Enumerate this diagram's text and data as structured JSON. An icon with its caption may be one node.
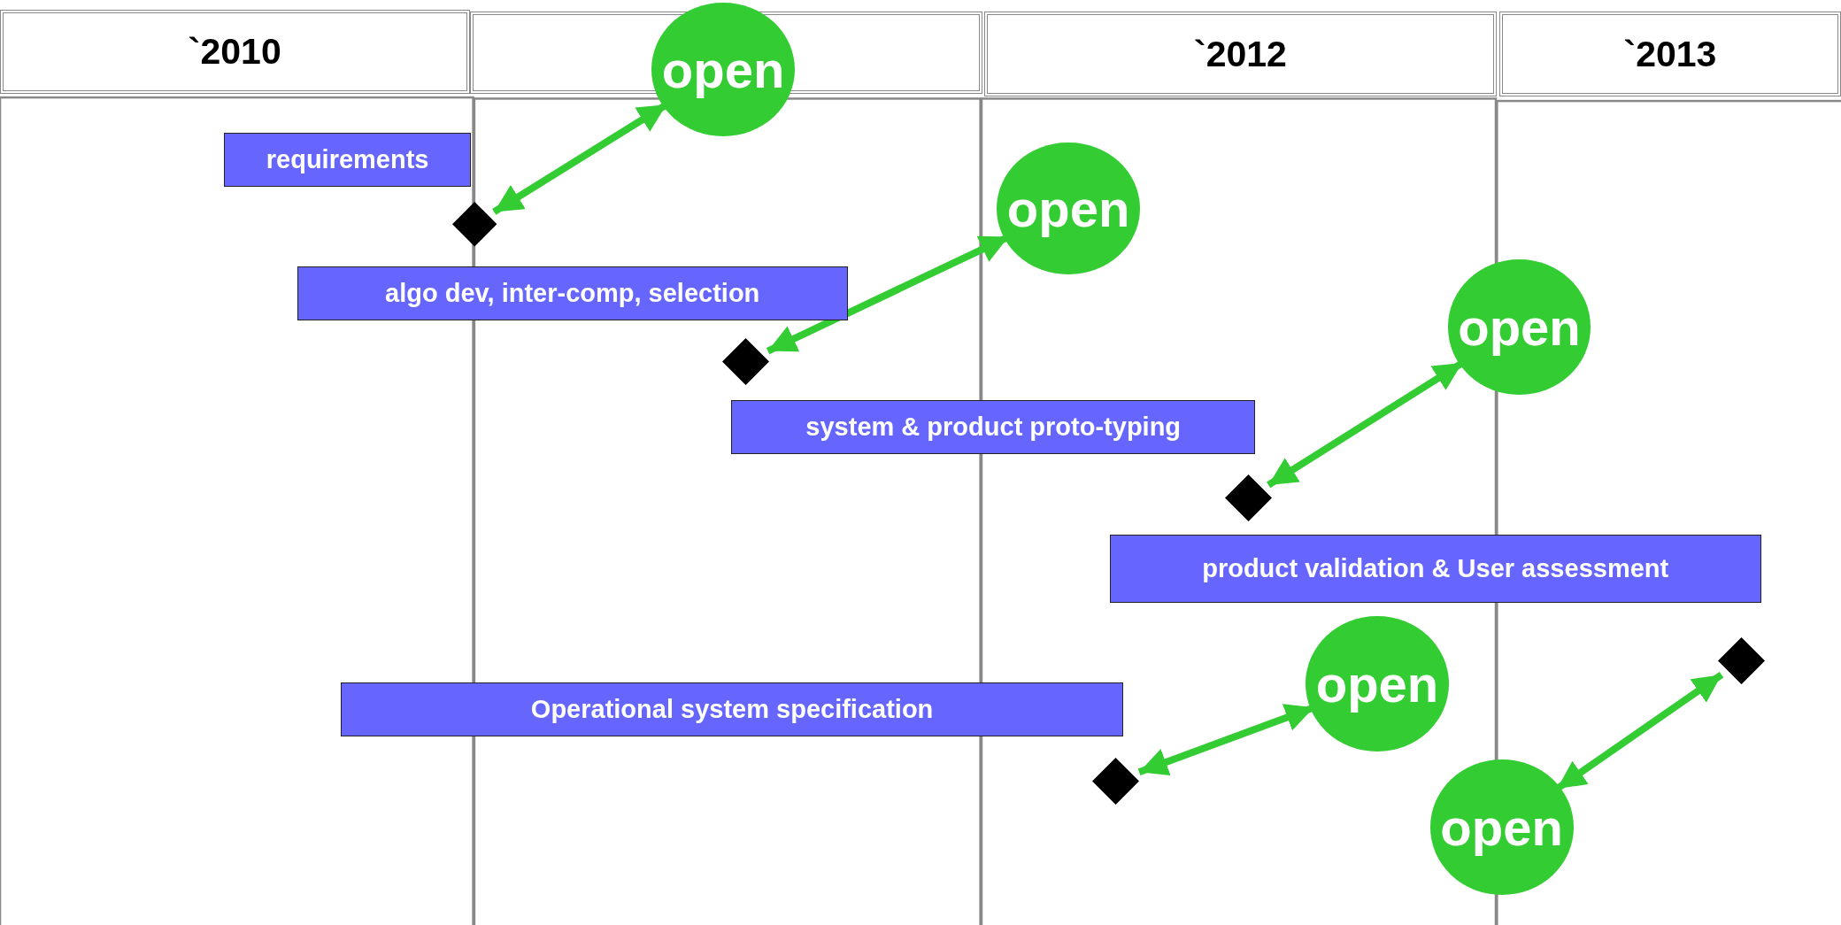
{
  "diagram": {
    "nodes": [
      {
        "text": [
          "`2010"
        ]
      },
      {
        "text": [],
        "shape": "box"
      },
      {
        "text": [
          "`2012"
        ]
      },
      {
        "text": [
          "`2013"
        ]
      },
      {
        "text": [
          "requirements"
        ]
      },
      {
        "text": [
          "algo dev, inter-comp, selection"
        ]
      },
      {
        "text": [
          "system & product proto-typing"
        ]
      },
      {
        "text": [
          "product validation & User assessment"
        ]
      },
      {
        "text": [
          "Operational system specification"
        ]
      },
      {
        "text": [
          "open"
        ]
      },
      {
        "text": [
          "open"
        ]
      },
      {
        "text": [
          "open"
        ]
      },
      {
        "text": [
          "open"
        ]
      },
      {
        "text": [
          "open"
        ]
      },
      {
        "text": [],
        "shape": "diamond"
      },
      {
        "text": [],
        "shape": "diamond"
      },
      {
        "text": [],
        "shape": "diamond"
      },
      {
        "text": [],
        "shape": "diamond"
      },
      {
        "text": [],
        "shape": "diamond"
      }
    ],
    "edges": [
      {
        "from": 14,
        "to": 9,
        "arrow": "both"
      },
      {
        "from": 15,
        "to": 10,
        "arrow": "both"
      },
      {
        "from": 16,
        "to": 11,
        "arrow": "both"
      },
      {
        "from": 18,
        "to": 12,
        "arrow": "both"
      },
      {
        "from": 17,
        "to": 13,
        "arrow": "both"
      }
    ]
  }
}
